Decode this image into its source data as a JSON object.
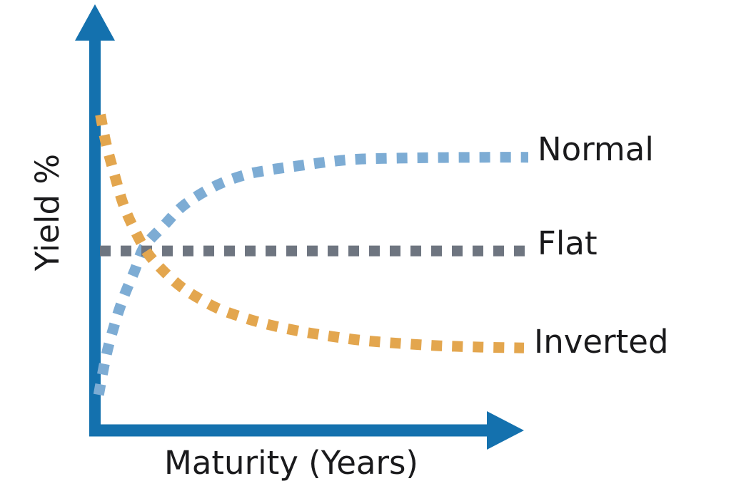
{
  "figure": {
    "background_color": "#ffffff",
    "text_color": "#1a1a1c",
    "axis_color": "#1471ae",
    "y_axis_label": "Yield %",
    "x_axis_label": "Maturity (Years)"
  },
  "chart_data": {
    "type": "line",
    "title": "",
    "xlabel": "Maturity (Years)",
    "ylabel": "Yield %",
    "tick_labels": "none",
    "grid": false,
    "line_style": "dashed-square-dots",
    "legend_position": "right-end-labels",
    "x_range_normalized": [
      0,
      1
    ],
    "y_range_normalized": [
      0,
      1
    ],
    "series": [
      {
        "name": "Normal",
        "color": "#7dacd4",
        "shape": "rising-concave, steep near origin then leveling off",
        "points": [
          [
            0.002,
            0.01
          ],
          [
            0.02,
            0.15
          ],
          [
            0.04,
            0.26
          ],
          [
            0.06,
            0.35
          ],
          [
            0.085,
            0.44
          ],
          [
            0.108,
            0.525
          ],
          [
            0.154,
            0.6
          ],
          [
            0.2,
            0.67
          ],
          [
            0.27,
            0.735
          ],
          [
            0.34,
            0.775
          ],
          [
            0.4,
            0.793
          ],
          [
            0.46,
            0.806
          ],
          [
            0.53,
            0.82
          ],
          [
            0.6,
            0.83
          ],
          [
            0.7,
            0.834
          ],
          [
            0.8,
            0.836
          ],
          [
            0.9,
            0.837
          ],
          [
            1.0,
            0.837
          ]
        ]
      },
      {
        "name": "Flat",
        "color": "#6e7580",
        "shape": "horizontal constant yield",
        "points": [
          [
            0.005,
            0.511
          ],
          [
            0.995,
            0.511
          ]
        ]
      },
      {
        "name": "Inverted",
        "color": "#e3a64e",
        "shape": "falling-convex, steep near origin then leveling off",
        "points": [
          [
            0.006,
            0.985
          ],
          [
            0.02,
            0.88
          ],
          [
            0.04,
            0.77
          ],
          [
            0.06,
            0.67
          ],
          [
            0.085,
            0.585
          ],
          [
            0.115,
            0.505
          ],
          [
            0.15,
            0.445
          ],
          [
            0.19,
            0.39
          ],
          [
            0.23,
            0.35
          ],
          [
            0.28,
            0.31
          ],
          [
            0.34,
            0.278
          ],
          [
            0.4,
            0.253
          ],
          [
            0.47,
            0.231
          ],
          [
            0.54,
            0.214
          ],
          [
            0.61,
            0.2
          ],
          [
            0.7,
            0.189
          ],
          [
            0.79,
            0.181
          ],
          [
            0.89,
            0.176
          ],
          [
            0.99,
            0.173
          ]
        ]
      }
    ]
  }
}
